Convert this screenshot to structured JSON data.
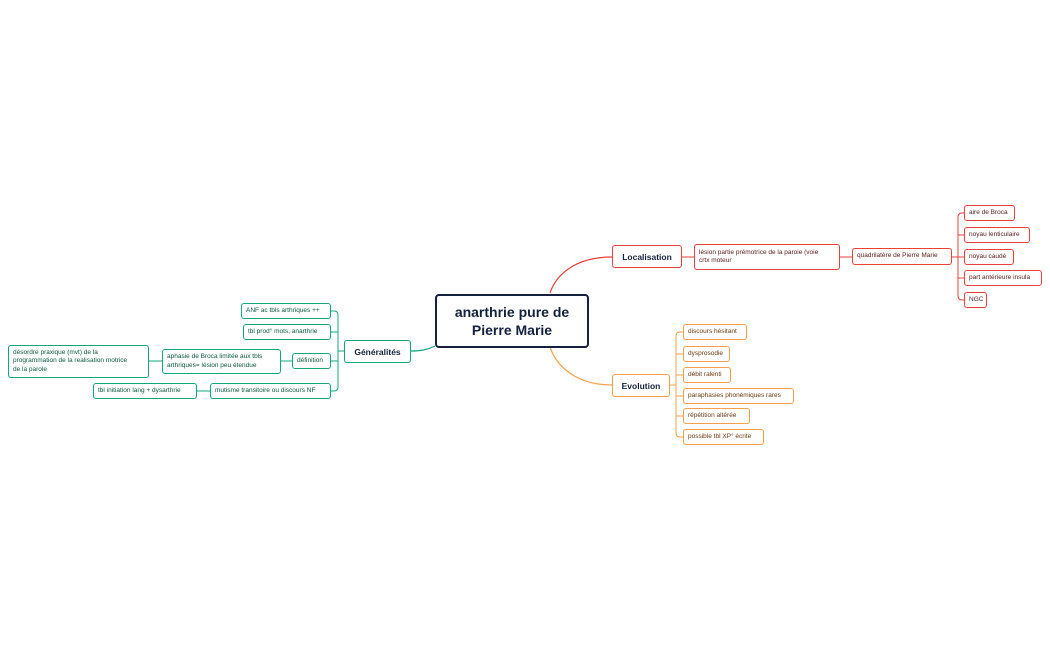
{
  "colors": {
    "root": "#14213d",
    "generalites": "#12a87a",
    "localisation": "#e8413c",
    "evolution": "#f5a04c"
  },
  "root": {
    "label": "anarthrie pure de\nPierre Marie"
  },
  "generalites": {
    "label": "Généralités",
    "items": {
      "anf": "ANF ac tbls arthriques ++",
      "tbl_prod": "tbl prod° mots, anarthrie",
      "definition": "définition",
      "aphasie": "aphasie de Broca limitée aux tbls\narthriques= lésion peu étendue",
      "desordre": "désordre praxique (mvt) de la\nprogrammation de la realisation motrice\nde la parole",
      "mutisme": "mutisme transitoire ou discours NF",
      "tbl_init": "tbl initiation lang + dysarthrie"
    }
  },
  "localisation": {
    "label": "Localisation",
    "items": {
      "lesion": "lésion partie prémotrice de la paroie (voie\ncrtx moteur",
      "quadrilatere": "quadrilatère de Pierre Marie",
      "aire_broca": "aire de Broca",
      "noyau_lenticulaire": "noyau lenticulaire",
      "noyau_caude": "noyau caudé",
      "part_insula": "part antérieure insula",
      "ngc": "NGC"
    }
  },
  "evolution": {
    "label": "Evolution",
    "items": {
      "discours": "discours hésitant",
      "dysprosodie": "dysprosodie",
      "debit": "débit ralenti",
      "paraphasies": "paraphasies phonémiques rares",
      "repetition": "répétition altérée",
      "ecrite": "possible tbl XP° écrite"
    }
  }
}
